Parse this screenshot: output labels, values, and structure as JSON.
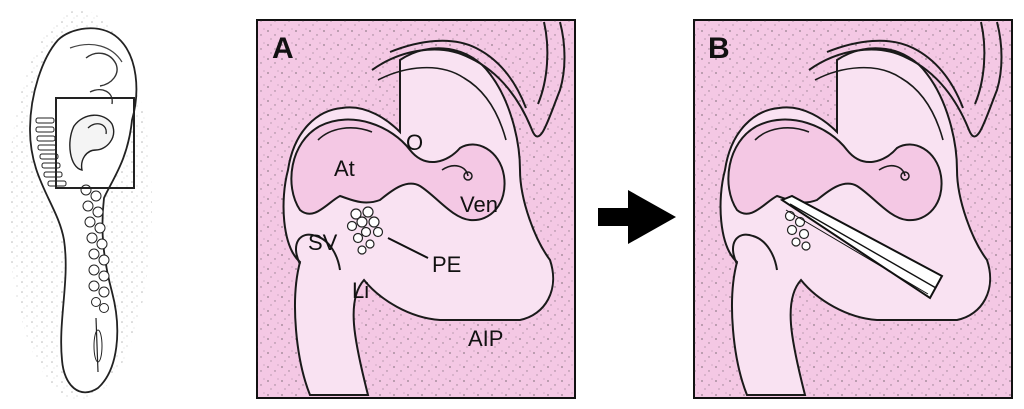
{
  "panels": {
    "a": {
      "letter": "A",
      "labels": {
        "o": "O",
        "at": "At",
        "ven": "Ven",
        "sv": "SV",
        "pe": "PE",
        "li": "Li",
        "aip": "AIP"
      }
    },
    "b": {
      "letter": "B"
    }
  },
  "colors": {
    "background_pink": "#f4c8e4",
    "tissue_pink": "#f9e2f2",
    "outline": "#1a1a1a",
    "arrow": "#000000"
  },
  "icons": {
    "arrow": "right-arrow-icon"
  }
}
